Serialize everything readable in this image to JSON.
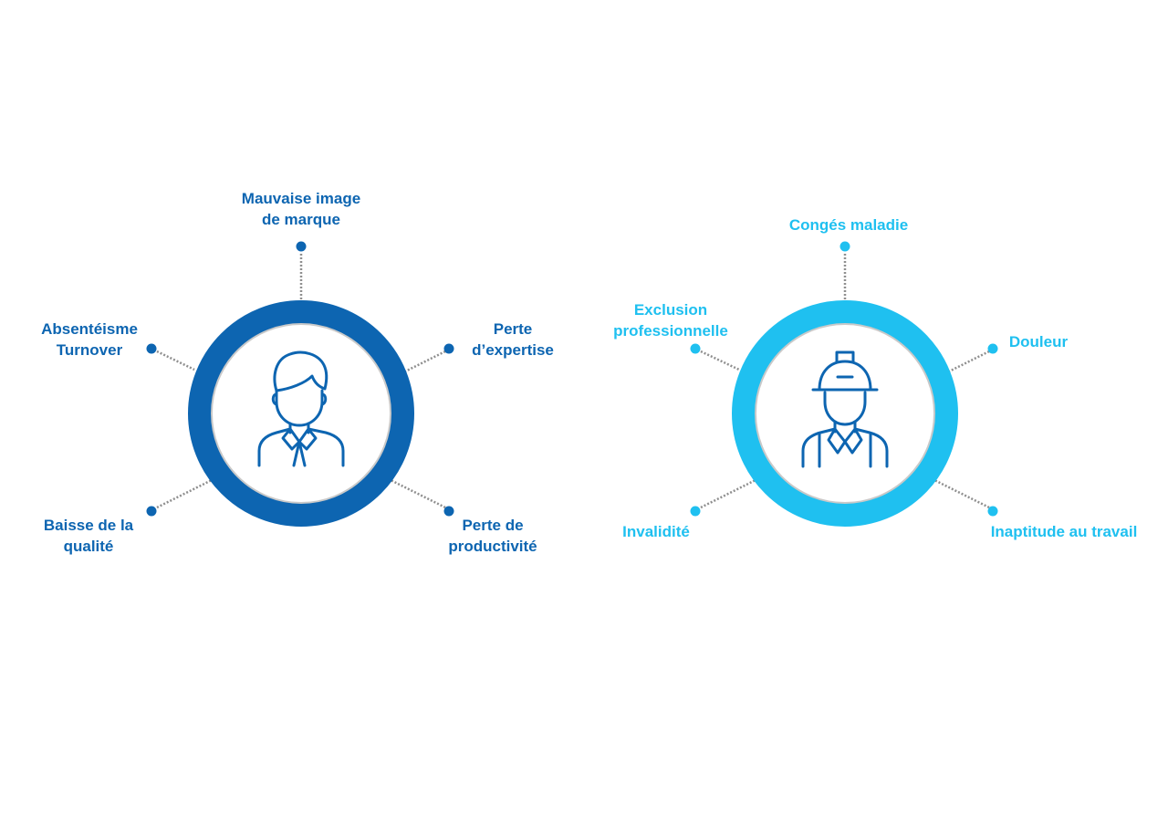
{
  "colors": {
    "employer_dark_blue": "#0d65b1",
    "employee_light_blue": "#1fc0f0",
    "connector_grey": "#8f8f8f",
    "inner_ring_grey": "#c9c9c9",
    "icon_stroke": "#0d65b1"
  },
  "employer": {
    "icon": "businessman-icon",
    "labels": {
      "top": "Mauvaise image\nde marque",
      "upper_left": "Absentéisme\nTurnover",
      "upper_right": "Perte\nd’expertise",
      "lower_left": "Baisse de la\nqualité",
      "lower_right": "Perte de\nproductivité"
    }
  },
  "employee": {
    "icon": "construction-worker-icon",
    "labels": {
      "top": "Congés maladie",
      "upper_left": "Exclusion\nprofessionnelle",
      "upper_right": "Douleur",
      "lower_left": "Invalidité",
      "lower_right": "Inaptitude au travail"
    }
  }
}
